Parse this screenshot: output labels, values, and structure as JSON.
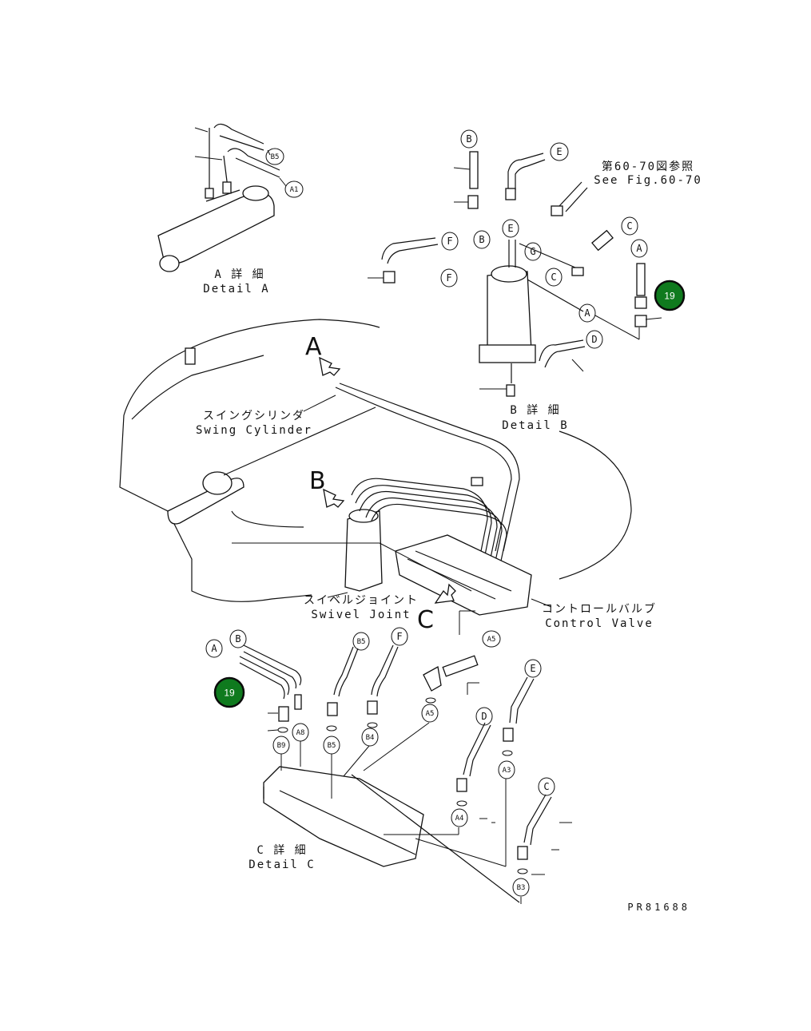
{
  "title_b_ref": {
    "jp": "第60-70図参照",
    "en": "See Fig.60-70"
  },
  "detail_a": {
    "jp": "A 詳 細",
    "en": "Detail A"
  },
  "detail_b": {
    "jp": "B 詳 細",
    "en": "Detail B"
  },
  "detail_c": {
    "jp": "C 詳 細",
    "en": "Detail C"
  },
  "swing_cylinder": {
    "jp": "スイングシリンダ",
    "en": "Swing Cylinder"
  },
  "swivel_joint": {
    "jp": "スイベルジョイント",
    "en": "Swivel Joint"
  },
  "control_valve": {
    "jp": "コントロールバルブ",
    "en": "Control Valve"
  },
  "view_letters": {
    "a": "A",
    "b": "B",
    "c": "C"
  },
  "drawing_number": "PR81688",
  "badges": {
    "top": "19",
    "bottom": "19"
  },
  "badge_color": "#0f7a1e",
  "callouts": {
    "a_b5": "B5",
    "a_a1": "A1",
    "b_b": "B",
    "b_e": "E",
    "b_e2": "E",
    "b_b2": "B",
    "b_g": "G",
    "b_c": "C",
    "b_c2": "C",
    "b_a": "A",
    "b_a2": "A",
    "b_f": "F",
    "b_f2": "F",
    "b_d": "D",
    "c_a": "A",
    "c_b": "B",
    "c_b5": "B5",
    "c_f": "F",
    "c_a5": "A5",
    "c_a5b": "A5",
    "c_e": "E",
    "c_d": "D",
    "c_c": "C",
    "c_b9": "B9",
    "c_a8": "A8",
    "c_b5b": "B5",
    "c_b4": "B4",
    "c_a3": "A3",
    "c_a4": "A4",
    "c_b3": "B3"
  }
}
